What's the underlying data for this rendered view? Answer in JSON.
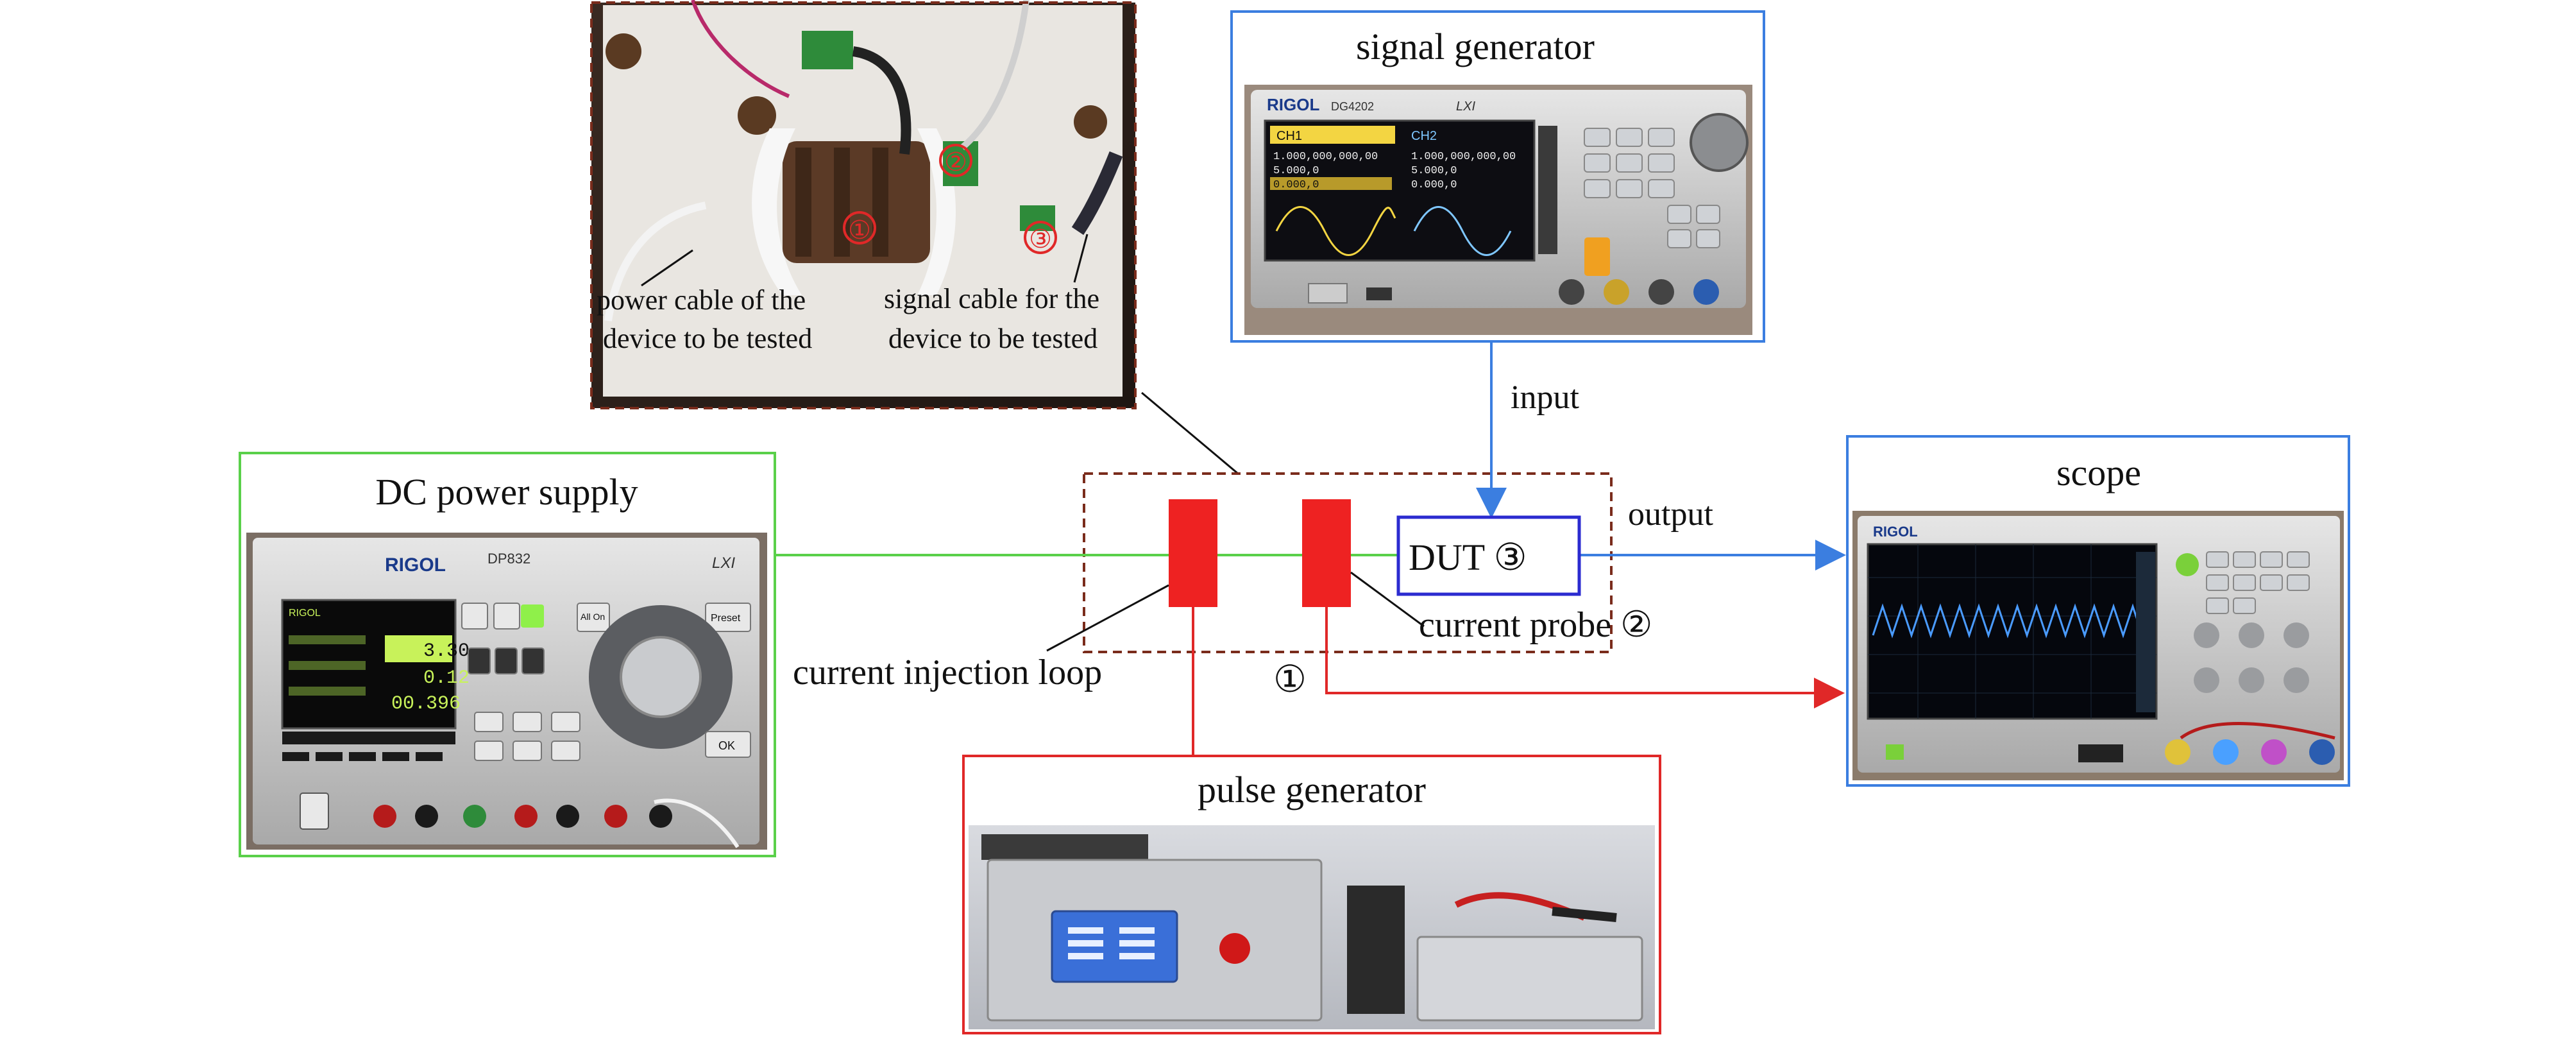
{
  "labels": {
    "signal_generator": "signal generator",
    "dc_power_supply": "DC power supply",
    "scope": "scope",
    "pulse_generator": "pulse generator",
    "input": "input",
    "output": "output",
    "dut": "DUT ③",
    "current_probe": "current probe ②",
    "current_injection_loop": "current injection loop",
    "marker_1": "①",
    "power_cable_line1": "power cable of the",
    "power_cable_line2": "device to be tested",
    "signal_cable_line1": "signal cable for the",
    "signal_cable_line2": "device to be tested",
    "photo_marker_1": "①",
    "photo_marker_2": "②",
    "photo_marker_3": "③"
  },
  "device_text": {
    "rigol": "RIGOL",
    "dg_model": "DG4202",
    "dp_model": "DP832",
    "lxi": "LXI",
    "ch1": "CH1",
    "ch2": "CH2",
    "freq1": "1.000,000,000,00",
    "freq2": "1.000,000,000,00",
    "amp1": "5.000,0",
    "amp2": "5.000,0",
    "off1": "0.000,0",
    "off2": "0.000,0",
    "v1": "3.30",
    "i1": "0.12",
    "p1": "00.396",
    "all_on": "All On",
    "preset": "Preset",
    "ok": "OK"
  },
  "colors": {
    "green_line": "#5ad04a",
    "blue_line": "#3b7ee0",
    "red_line": "#e02828",
    "photo_frame_brown": "#7a2c1c",
    "dut_box": "#2b2bd0",
    "blue_frame": "#3b7ee0",
    "green_frame": "#5ad04a",
    "red_frame": "#e02828"
  }
}
